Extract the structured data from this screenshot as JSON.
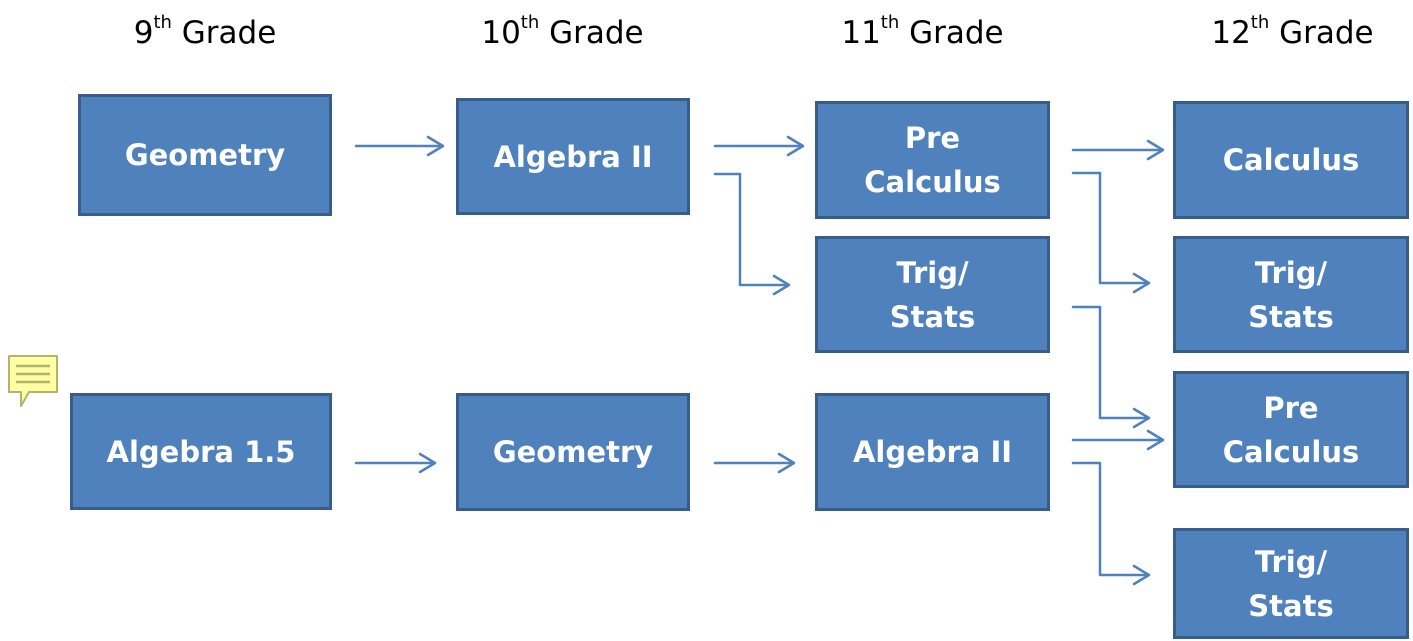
{
  "headers": [
    {
      "main": "9",
      "sup": "th",
      "tail": " Grade"
    },
    {
      "main": "10",
      "sup": "th",
      "tail": " Grade"
    },
    {
      "main": "11",
      "sup": "th",
      "tail": " Grade"
    },
    {
      "main": "12",
      "sup": "th",
      "tail": " Grade"
    }
  ],
  "nodes": {
    "geometry_9": "Geometry",
    "algebra2_10": "Algebra II",
    "precalc_11": "Pre\nCalculus",
    "trigstats_11": "Trig/\nStats",
    "calculus_12": "Calculus",
    "trigstats_12_top": "Trig/\nStats",
    "algebra15_9": "Algebra 1.5",
    "geometry_10": "Geometry",
    "algebra2_11": "Algebra II",
    "precalc_12": "Pre\nCalculus",
    "trigstats_12_bottom": "Trig/\nStats"
  },
  "edges": [
    {
      "from": "geometry_9",
      "to": "algebra2_10"
    },
    {
      "from": "algebra2_10",
      "to": "precalc_11"
    },
    {
      "from": "algebra2_10",
      "to": "trigstats_11"
    },
    {
      "from": "precalc_11",
      "to": "calculus_12"
    },
    {
      "from": "precalc_11",
      "to": "trigstats_12_top"
    },
    {
      "from": "trigstats_11",
      "to": "precalc_12"
    },
    {
      "from": "algebra15_9",
      "to": "geometry_10"
    },
    {
      "from": "geometry_10",
      "to": "algebra2_11"
    },
    {
      "from": "algebra2_11",
      "to": "precalc_12"
    },
    {
      "from": "algebra2_11",
      "to": "trigstats_12_bottom"
    }
  ],
  "colors": {
    "box_fill": "#4f81bd",
    "box_border": "#385d8a",
    "box_text": "#ffffff",
    "arrow": "#4f81bd",
    "note_fill": "#ffffa6",
    "note_border": "#b3b36b"
  },
  "icons": {
    "comment_note": "comment-note-icon"
  }
}
